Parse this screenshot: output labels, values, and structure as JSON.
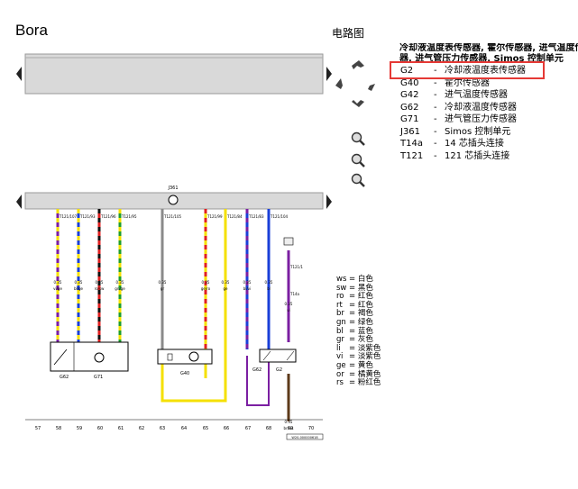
{
  "header": {
    "brand": "Bora",
    "section": "电路图"
  },
  "diagram": {
    "title_line1": "冷却液温度表传感器, 霍尔传感器, 进气温度传",
    "title_line2": "器, 进气管压力传感器, Simos 控制单元",
    "ecu_label": "J361",
    "wire_codes": [
      "T121/107",
      "T121/93",
      "T121/96",
      "T121/95",
      "T121/105",
      "T121/99",
      "T121/84",
      "T121/83",
      "T121/104",
      "T121/1"
    ],
    "wire_sizes": [
      "0.35",
      "0.35",
      "0.35",
      "0.35",
      "0.35",
      "0.35",
      "0.35",
      "0.35",
      "0.35",
      "0.35",
      "0.35"
    ],
    "wire_colors_text": [
      "vi/ge",
      "bl/ge",
      "ro/sw",
      "gn/ge",
      "gr",
      "ge/ro",
      "ge",
      "bl/vi",
      "bl",
      "vi",
      "br/ws"
    ],
    "component_labels": [
      "G62",
      "G71",
      "G40",
      "G62",
      "G2",
      "T14a"
    ],
    "numbers": [
      "57",
      "58",
      "59",
      "60",
      "61",
      "62",
      "63",
      "64",
      "65",
      "66",
      "67",
      "68",
      "69",
      "70"
    ],
    "ref_code": "W20-000000618"
  },
  "legend": [
    {
      "code": "G2",
      "dash": "-",
      "desc": "冷却液温度表传感器"
    },
    {
      "code": "G40",
      "dash": "-",
      "desc": "霍尔传感器"
    },
    {
      "code": "G42",
      "dash": "-",
      "desc": "进气温度传感器"
    },
    {
      "code": "G62",
      "dash": "-",
      "desc": "冷却液温度传感器"
    },
    {
      "code": "G71",
      "dash": "-",
      "desc": "进气管压力传感器"
    },
    {
      "code": "J361",
      "dash": "-",
      "desc": "Simos 控制单元"
    },
    {
      "code": "T14a",
      "dash": "-",
      "desc": "14 芯插头连接"
    },
    {
      "code": "T121",
      "dash": "-",
      "desc": "121 芯插头连接"
    }
  ],
  "color_legend": [
    {
      "code": "ws",
      "dash": "=",
      "name": "白色"
    },
    {
      "code": "sw",
      "dash": "=",
      "name": "黑色"
    },
    {
      "code": "ro",
      "dash": "=",
      "name": "红色"
    },
    {
      "code": "rt",
      "dash": "=",
      "name": "红色"
    },
    {
      "code": "br",
      "dash": "=",
      "name": "褐色"
    },
    {
      "code": "gn",
      "dash": "=",
      "name": "绿色"
    },
    {
      "code": "bl",
      "dash": "=",
      "name": "蓝色"
    },
    {
      "code": "gr",
      "dash": "=",
      "name": "灰色"
    },
    {
      "code": "li",
      "dash": "=",
      "name": "淡紫色"
    },
    {
      "code": "vi",
      "dash": "=",
      "name": "淡紫色"
    },
    {
      "code": "ge",
      "dash": "=",
      "name": "黄色"
    },
    {
      "code": "or",
      "dash": "=",
      "name": "橘黄色"
    },
    {
      "code": "rs",
      "dash": "=",
      "name": "粉红色"
    }
  ],
  "colors": {
    "highlight": "#e53935",
    "bar": "#d9d9d9",
    "nav": "#444444"
  }
}
